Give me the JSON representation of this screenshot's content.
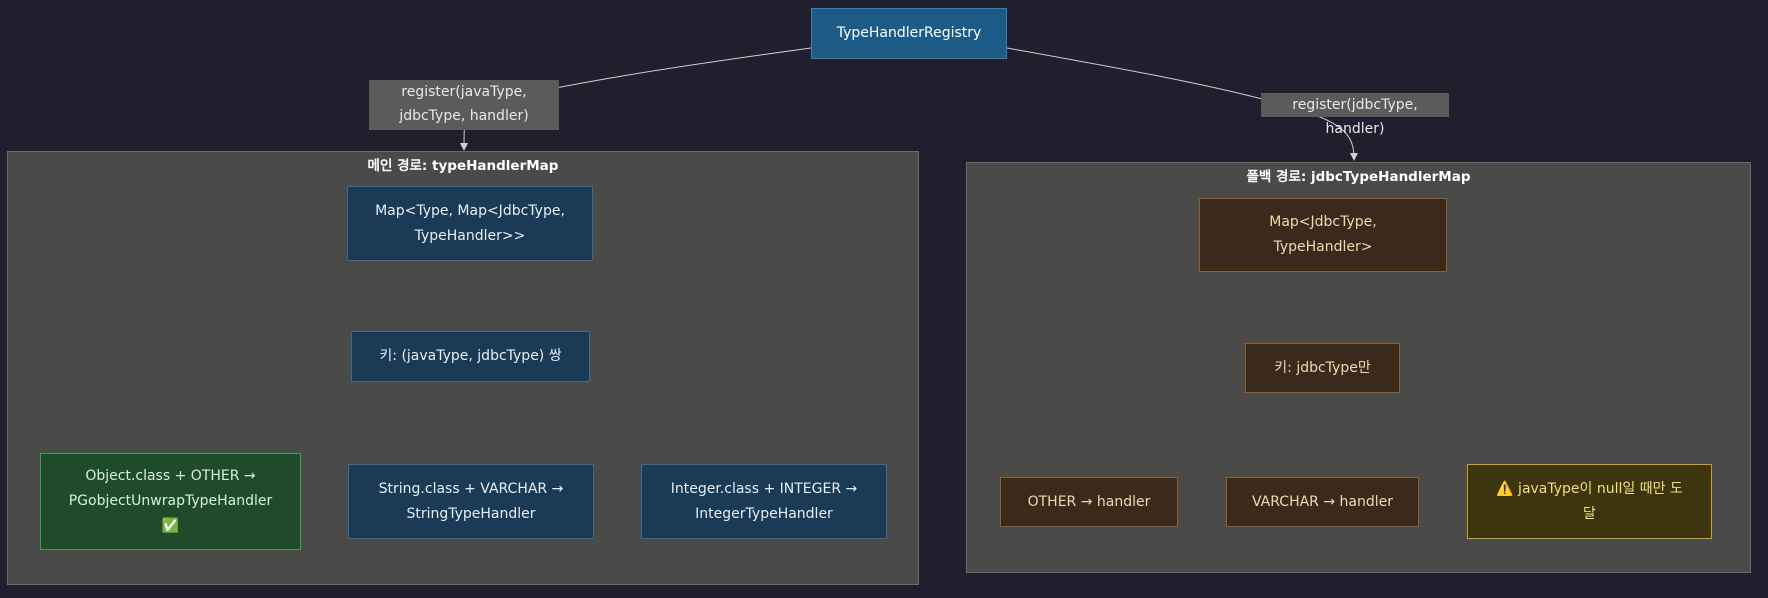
{
  "root": {
    "label": "TypeHandlerRegistry"
  },
  "edge_labels": {
    "left": [
      "register(javaType,",
      "jdbcType, handler)"
    ],
    "right": [
      "register(jdbcType, handler)"
    ]
  },
  "main_cluster": {
    "title": "메인 경로: typeHandlerMap",
    "map_node": [
      "Map<Type, Map<JdbcType,",
      "TypeHandler>>"
    ],
    "key_node": [
      "키: (javaType, jdbcType) 쌍"
    ],
    "leaves": [
      {
        "lines": [
          "Object.class + OTHER →",
          "PGobjectUnwrapTypeHandler",
          "✅"
        ]
      },
      {
        "lines": [
          "String.class + VARCHAR →",
          "StringTypeHandler"
        ]
      },
      {
        "lines": [
          "Integer.class + INTEGER →",
          "IntegerTypeHandler"
        ]
      }
    ]
  },
  "fallback_cluster": {
    "title": "폴백 경로: jdbcTypeHandlerMap",
    "map_node": [
      "Map<JdbcType,",
      "TypeHandler>"
    ],
    "key_node": [
      "키: jdbcType만"
    ],
    "leaves": [
      {
        "lines": [
          "OTHER → handler"
        ]
      },
      {
        "lines": [
          "VARCHAR → handler"
        ]
      },
      {
        "lines": [
          "⚠️ javaType이 null일 때만 도",
          "달"
        ]
      }
    ]
  },
  "colors": {
    "background": "#1f1f2e",
    "cluster": "#4a4a48",
    "blue_node": "#1b3a56",
    "root_node": "#1b5b86",
    "brown_node": "#3b2a1b",
    "green_node": "#1f4a2b",
    "warning_node": "#3d3410",
    "edge": "#d0d0d0"
  }
}
